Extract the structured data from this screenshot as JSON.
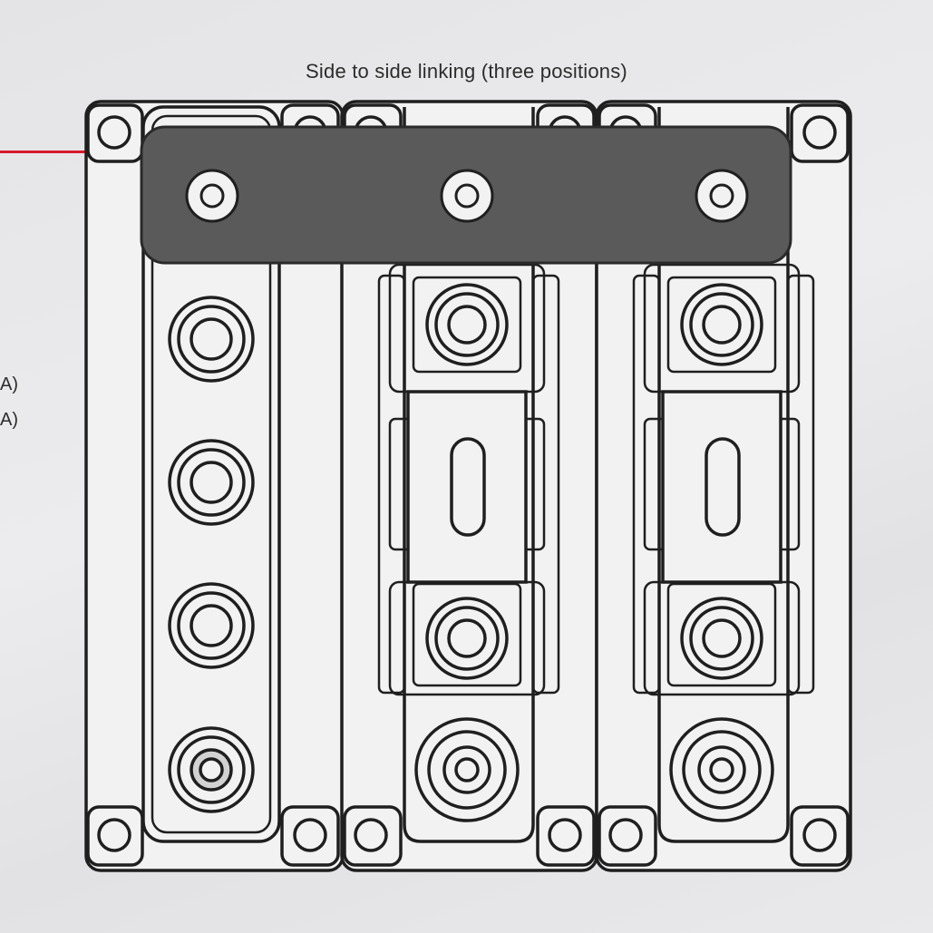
{
  "title": "Side to side linking (three positions)",
  "left_fragments": [
    "A)",
    "A)"
  ],
  "colors": {
    "accent": "#d8192f",
    "line": "#1f1f1f",
    "fill": "#f2f2f2",
    "link_bar": "#5a5a5a",
    "background": "#e8e8ea"
  },
  "icons": [
    "mounting-hole-icon",
    "stud-icon",
    "link-bar-bolt-icon",
    "fuse-slot-icon"
  ]
}
